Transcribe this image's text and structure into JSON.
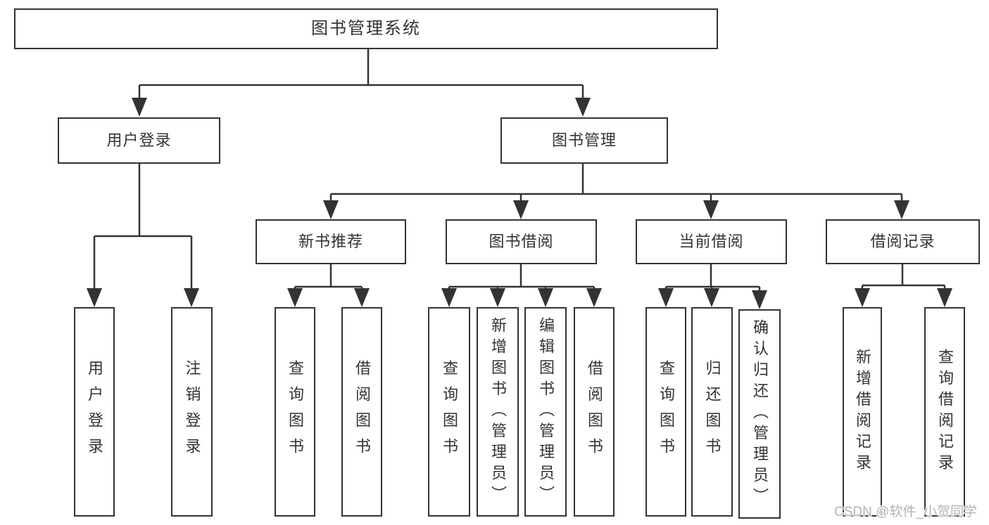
{
  "diagram": {
    "watermark": "CSDN @软件_小贺同学",
    "colors": {
      "line": "#333333",
      "box_border": "#333333",
      "box_fill": "#ffffff",
      "text": "#333333",
      "background": "#ffffff",
      "watermark_text": "#b2b3b6"
    },
    "tree": {
      "label": "图书管理系统",
      "children": [
        {
          "label": "用户登录",
          "children": [
            {
              "label": "用户登录"
            },
            {
              "label": "注销登录"
            }
          ]
        },
        {
          "label": "图书管理",
          "children": [
            {
              "label": "新书推荐",
              "children": [
                {
                  "label": "查询图书"
                },
                {
                  "label": "借阅图书"
                }
              ]
            },
            {
              "label": "图书借阅",
              "children": [
                {
                  "label": "查询图书"
                },
                {
                  "label": "新增图书（管理员）"
                },
                {
                  "label": "编辑图书（管理员）"
                },
                {
                  "label": "借阅图书"
                }
              ]
            },
            {
              "label": "当前借阅",
              "children": [
                {
                  "label": "查询图书"
                },
                {
                  "label": "归还图书"
                },
                {
                  "label": "确认归还（管理员）"
                }
              ]
            },
            {
              "label": "借阅记录",
              "children": [
                {
                  "label": "新增借阅记录"
                },
                {
                  "label": "查询借阅记录"
                }
              ]
            }
          ]
        }
      ]
    }
  }
}
